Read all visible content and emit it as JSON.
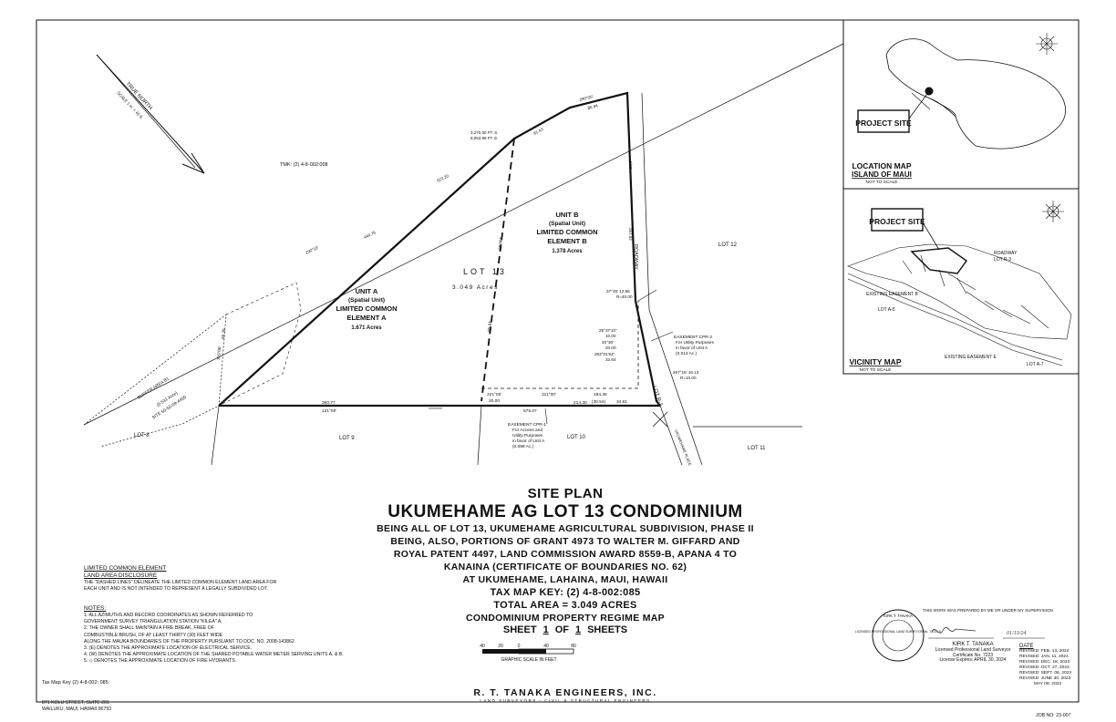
{
  "plan": {
    "tmk_adjacent": "TMK: (2) 4-8-002:008",
    "north_label": "TRUE NORTH",
    "scale_label": "SCALE 1 in. = 40 ft.",
    "lot13_label": "LOT 13",
    "lot13_area": "3.049   Acres",
    "unit_a": {
      "line1": "UNIT A",
      "line2": "(Spatial Unit)",
      "line3": "LIMITED COMMON",
      "line4": "ELEMENT A",
      "line5": "1.671 Acres"
    },
    "unit_b": {
      "line1": "UNIT B",
      "line2": "(Spatial Unit)",
      "line3": "LIMITED COMMON",
      "line4": "ELEMENT B",
      "line5": "1.378 Acres"
    },
    "lots": {
      "lot8": "LOT 8",
      "lot9": "LOT 9",
      "lot10": "LOT 10",
      "lot11": "LOT 11",
      "lot12": "LOT 12",
      "lot_r3": "LOT R-3",
      "roadway": "ROADWAY"
    },
    "coords": {
      "line1": "3,270.30 FT. S.",
      "line2": "9,053.98 FT. E."
    },
    "dims": {
      "top_bearing": "290°00'",
      "top_dist": "86.94",
      "d1": "81.43",
      "d2": "523.20",
      "d3": "444.76",
      "d4": "290°10'",
      "d5": "257.92",
      "d6": "4°00'",
      "d7": "298.33",
      "d8": "48°08'",
      "d9": "360.77",
      "d10": "131°00'",
      "d11": "575.07",
      "d12": "214.30",
      "d13": "311°00'",
      "d14": "221°00'",
      "d15": "20.00",
      "d16": "194.36",
      "d17": "(30.54)",
      "d18": "34.61",
      "d19": "37°45' 12.86",
      "d20": "R=40.00",
      "d21": "29°37'10\"",
      "d22": "10.00",
      "d23": "20°30'",
      "d24": "20.00",
      "d25": "283°01'53\"",
      "d26": "32.64",
      "d27": "257°15' 16.13",
      "d28": "R=10.00",
      "d29": "89.30",
      "d30": "310°00'"
    },
    "buffer": {
      "line1": "BUFFER   AREA   B1",
      "line2": "(0.531 Acre)",
      "line3": "SITE   50-50-09-4455"
    },
    "easement_cpr1": {
      "line1": "EASEMENT CPR-1",
      "line2": "For Access and",
      "line3": "Utility Purposes",
      "line4": "in favor of Unit A",
      "line5": "(0.098 Ac.)"
    },
    "easement_cpr2": {
      "line1": "EASEMENT CPR-2",
      "line2": "For Utility Purposes",
      "line3": "in favor of Unit A",
      "line4": "(0.014 Ac.)"
    },
    "street": "UKUMEHAME PLACE"
  },
  "location_map": {
    "project_site": "PROJECT SITE",
    "title1": "LOCATION MAP",
    "title2": "ISLAND OF MAUI",
    "note": "NOT TO SCALE"
  },
  "vicinity_map": {
    "project_site": "PROJECT SITE",
    "title": "VICINITY MAP",
    "note": "NOT TO SCALE",
    "roadway": "ROADWAY",
    "lot_r3": "LOT R-3",
    "easement_b": "EXISTING EASEMENT B",
    "lot_a5": "LOT A-5",
    "easement_e": "EXISTING EASEMENT E",
    "lot_a7": "LOT A-7"
  },
  "title": {
    "site_plan": "SITE PLAN",
    "name": "UKUMEHAME AG LOT 13 CONDOMINIUM",
    "desc1": "BEING ALL OF LOT 13, UKUMEHAME AGRICULTURAL SUBDIVISION, PHASE II",
    "desc2": "BEING, ALSO, PORTIONS OF GRANT 4973 TO WALTER M. GIFFARD AND",
    "desc3": "ROYAL PATENT 4497, LAND COMMISSION AWARD 8559-B, APANA 4 TO",
    "desc4": "KANAINA (CERTIFICATE OF BOUNDARIES NO. 62)",
    "desc5": "AT UKUMEHAME, LAHAINA, MAUI, HAWAII",
    "tmk": "TAX MAP KEY: (2) 4-8-002:085",
    "area": "TOTAL AREA = 3.049 ACRES",
    "regime": "CONDOMINIUM PROPERTY REGIME MAP",
    "sheet_word": "SHEET",
    "sheet_no": "1",
    "of_word": "OF",
    "sheet_total": "1",
    "sheets_word": "SHEETS",
    "scale_ticks": [
      "40",
      "20",
      "0",
      "40",
      "80"
    ],
    "graphic_scale": "GRAPHIC SCALE IN FEET"
  },
  "lce": {
    "h1": "LIMITED COMMON ELEMENT",
    "h2": "LAND AREA DISCLOSURE",
    "l1": "THE \"DASHED LINES\" DELINEATE THE LIMITED COMMON ELEMENT LAND AREA FOR",
    "l2": "EACH UNIT AND IS NOT INTENDED TO REPRESENT A LEGALLY SUBDIVIDED LOT."
  },
  "notes": {
    "h": "NOTES:",
    "n1a": "1.  ALL AZIMUTHS AND RECORD COORDINATES AS SHOWN REFERRED TO",
    "n1b": "     GOVERNMENT SURVEY TRIANGULATION STATION \"KILEA\" A.",
    "n2a": "2.  THE OWNER SHALL MAINTAIN A FIRE BREAK, FREE OF",
    "n2b": "     COMBUSTIBLE BRUSH, OF AT LEAST THIRTY (30) FEET WIDE",
    "n2c": "     ALONG THE MAUKA BOUNDARIES OF THE PROPERTY PURSUANT TO DOC. NO. 2008-143862",
    "n3": "3.  (E)  DENOTES THE APPROXIMATE LOCATION OF ELECTRICAL SERVICE.",
    "n4": "4.  (W)  DENOTES THE APPROXIMATE LOCATION OF THE SHARED POTABLE WATER METER SERVING UNITS A, & B.",
    "n5": "5.  ◇  DENOTES THE APPROXIMATE LOCATION OF FIRE HYDRANTS."
  },
  "footer": {
    "tmk": "Tax Map Key (2) 4-8-002: 085",
    "addr1": "871 KOLU STREET, SUITE 201",
    "addr2": "WAILUKU, MAUI, HAWAII 96793",
    "company": "R. T. TANAKA ENGINEERS, INC.",
    "company_sub": "LAND SURVEYORS  -  CIVIL & STRUCTURAL ENGINEERS",
    "job": "JOB NO: 23-007"
  },
  "surveyor": {
    "cert": "THIS WORK WAS PREPARED BY ME OR UNDER MY SUPERVISION",
    "name": "KIRK T. TANAKA",
    "title": "Licensed Professional Land Surveyor",
    "cert_no": "Certificate No. 7223",
    "expires": "License Expires: APRIL 30, 2024",
    "seal_name": "KIRK T. TANAKA",
    "seal_lic": "LICENSED PROFESSIONAL LAND SURVEYOR No. 7223-LS",
    "sign_date": "01/13/24",
    "date_header": "DATE",
    "revisions": [
      "REVISED:  FEB. 13, 2024",
      "REVISED:  JAN. 11, 2024",
      "REVISED:  DEC. 18, 2023",
      "REVISED:  OCT.  27, 2023",
      "REVISED:  SEPT. 08, 2023",
      "REVISED:  JUNE 30, 2023",
      "MAY 08, 2023"
    ]
  }
}
